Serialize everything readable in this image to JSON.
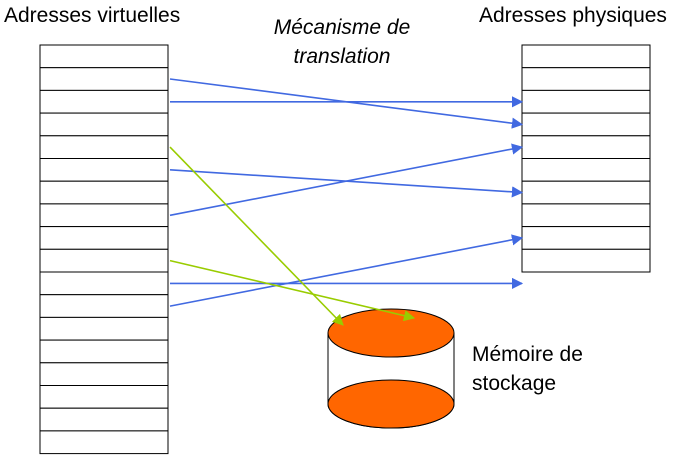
{
  "labels": {
    "virtual_title": "Adresses virtuelles",
    "mechanism_line1": "Mécanisme de",
    "mechanism_line2": "translation",
    "physical_title": "Adresses physiques",
    "storage_line1": "Mémoire de",
    "storage_line2": "stockage"
  },
  "virtual_table": {
    "cells": 18
  },
  "physical_table": {
    "cells": 10
  },
  "mappings": [
    {
      "from_virtual": 1,
      "to_physical": 3,
      "kind": "memory"
    },
    {
      "from_virtual": 2,
      "to_physical": 2,
      "kind": "memory"
    },
    {
      "from_virtual": 5,
      "to_physical": 6,
      "kind": "memory"
    },
    {
      "from_virtual": 7,
      "to_physical": 4,
      "kind": "memory"
    },
    {
      "from_virtual": 10,
      "to_physical": 10,
      "kind": "memory"
    },
    {
      "from_virtual": 11,
      "to_physical": 8,
      "kind": "memory"
    },
    {
      "from_virtual": 4,
      "to_storage": "left",
      "kind": "storage"
    },
    {
      "from_virtual": 9,
      "to_storage": "center",
      "kind": "storage"
    }
  ],
  "colors": {
    "memory_arrow": "#4169e1",
    "storage_arrow": "#99cc00",
    "storage_fill": "#ff6600",
    "line": "#000000"
  }
}
